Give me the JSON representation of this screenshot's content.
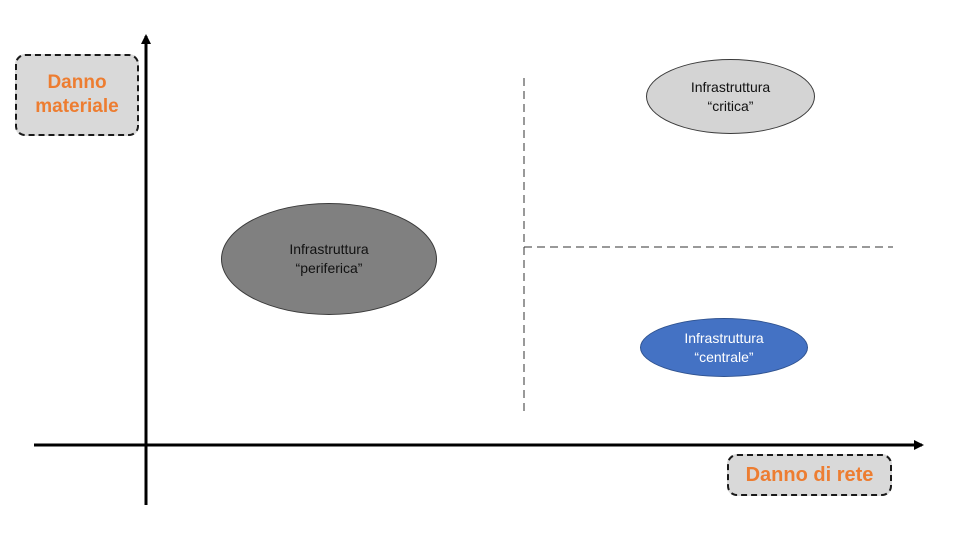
{
  "axes": {
    "y_label_line1": "Danno",
    "y_label_line2": "materiale",
    "x_label": "Danno di rete"
  },
  "nodes": {
    "periferica": {
      "line1": "Infrastruttura",
      "line2": "“periferica”"
    },
    "critica": {
      "line1": "Infrastruttura",
      "line2": "“critica”"
    },
    "centrale": {
      "line1": "Infrastruttura",
      "line2": "“centrale”"
    }
  },
  "colors": {
    "axis_label_text": "#ed7d31",
    "axis_label_bg": "#d9d9d9",
    "periferica_fill": "#808080",
    "critica_fill": "#d4d4d4",
    "centrale_fill": "#4472c4",
    "axis_line": "#000000"
  }
}
